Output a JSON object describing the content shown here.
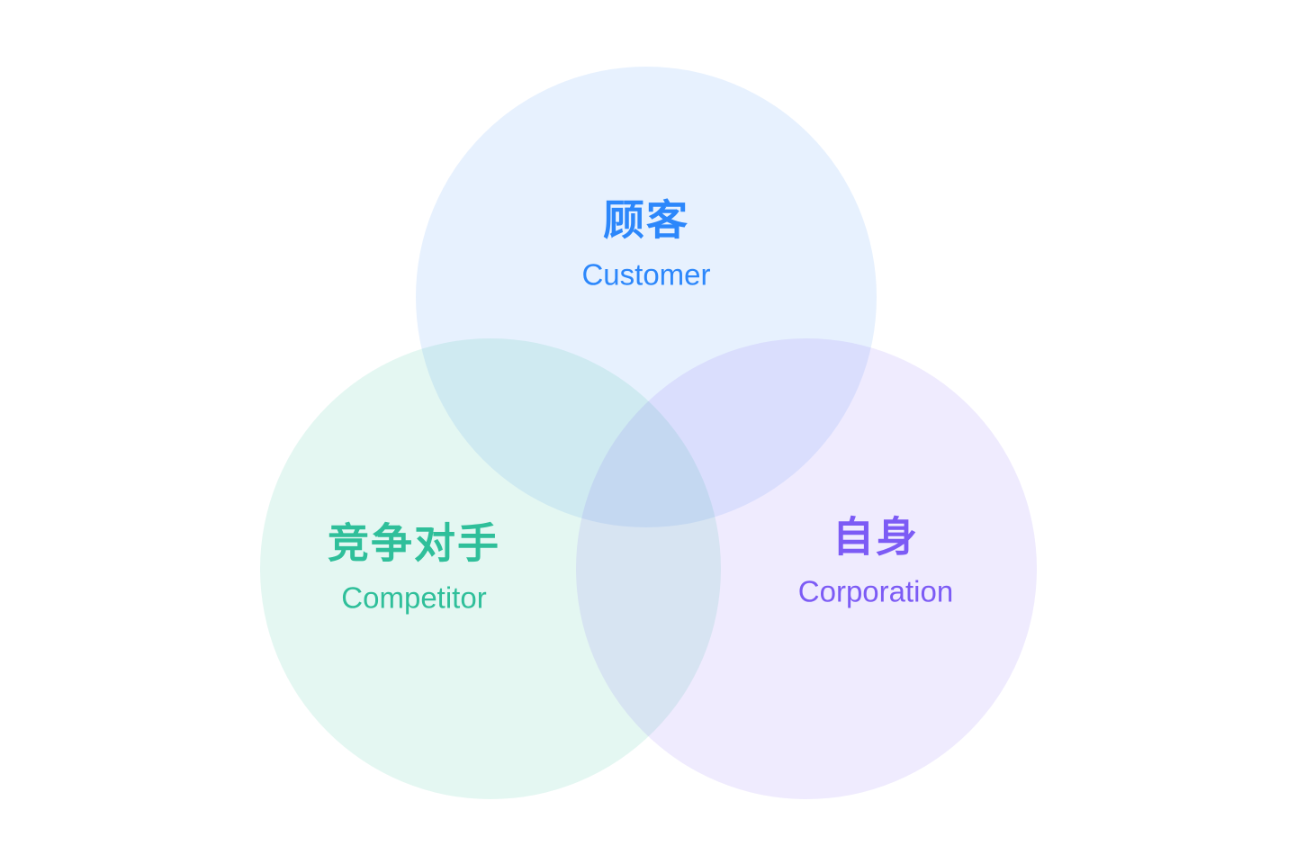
{
  "diagram": {
    "type": "venn",
    "circle_count": 3,
    "background_color": "#ffffff"
  },
  "circles": [
    {
      "id": "customer",
      "zh": "顾客",
      "en": "Customer",
      "text_color": "#2c87fb",
      "fill_color": "rgba(59, 141, 250, 0.12)",
      "position": "top"
    },
    {
      "id": "competitor",
      "zh": "竞争对手",
      "en": "Competitor",
      "text_color": "#2fbf9a",
      "fill_color": "rgba(47, 191, 154, 0.13)",
      "position": "bottom-left"
    },
    {
      "id": "corporation",
      "zh": "自身",
      "en": "Corporation",
      "text_color": "#7c5bf5",
      "fill_color": "rgba(124, 91, 245, 0.12)",
      "position": "bottom-right"
    }
  ]
}
